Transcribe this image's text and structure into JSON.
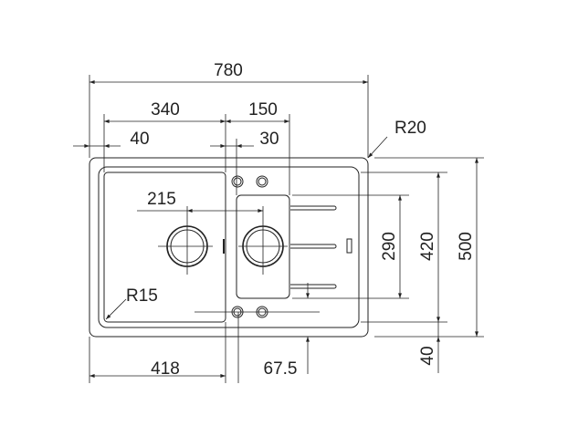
{
  "dimensions": {
    "overall_width": "780",
    "left_bowl_width": "340",
    "small_bowl_width": "150",
    "left_margin": "40",
    "divider_gap": "30",
    "drain_spacing": "215",
    "corner_radius_outer": "R20",
    "corner_radius_bowl": "R15",
    "small_bowl_depth": "290",
    "inner_depth": "420",
    "overall_depth": "500",
    "bottom_margin": "40",
    "left_bowl_offset": "418",
    "small_bowl_offset": "67.5"
  }
}
